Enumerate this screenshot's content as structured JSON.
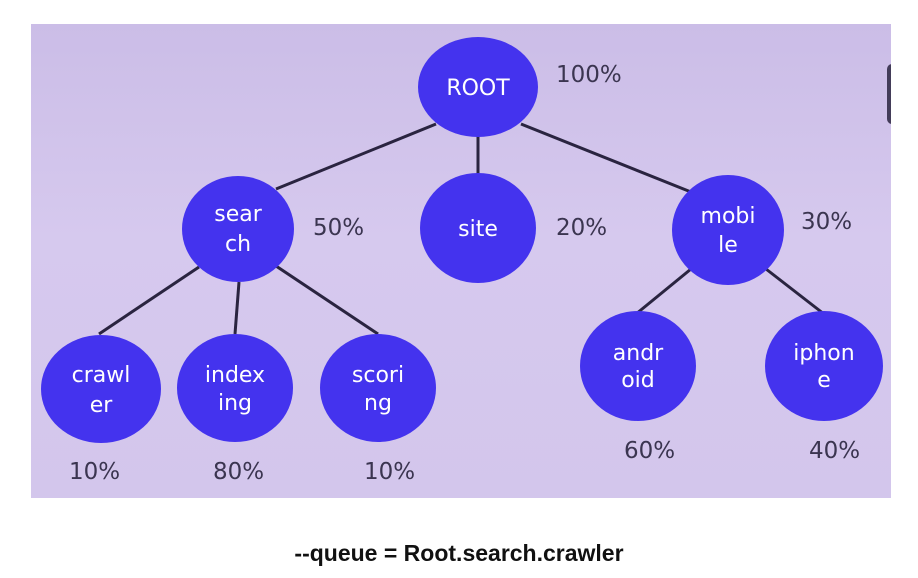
{
  "tree": {
    "root": {
      "label_line1": "ROOT",
      "label_line2": "",
      "percent": "100%"
    },
    "search": {
      "label_line1": "sear",
      "label_line2": "ch",
      "percent": "50%"
    },
    "site": {
      "label_line1": "site",
      "label_line2": "",
      "percent": "20%"
    },
    "mobile": {
      "label_line1": "mobi",
      "label_line2": "le",
      "percent": "30%"
    },
    "crawler": {
      "label_line1": "crawl",
      "label_line2": "er",
      "percent": "10%"
    },
    "indexing": {
      "label_line1": "index",
      "label_line2": "ing",
      "percent": "80%"
    },
    "scoring": {
      "label_line1": "scori",
      "label_line2": "ng",
      "percent": "10%"
    },
    "android": {
      "label_line1": "andr",
      "label_line2": "oid",
      "percent": "60%"
    },
    "iphone": {
      "label_line1": "iphon",
      "label_line2": "e",
      "percent": "40%"
    }
  },
  "caption": "--queue = Root.search.crawler",
  "colors": {
    "node_fill": "#4433ee",
    "background": "#d3c6ec",
    "edge": "#2a2440"
  }
}
